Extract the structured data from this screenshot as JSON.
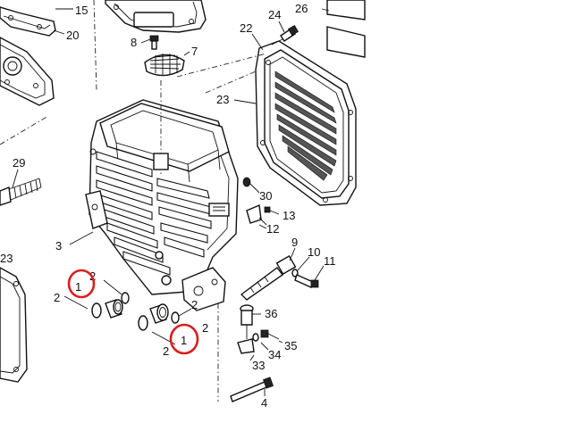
{
  "part_labels": {
    "p15": "15",
    "p20": "20",
    "p26": "26",
    "p24": "24",
    "p22": "22",
    "p8": "8",
    "p7": "7",
    "p23_right": "23",
    "p29": "29",
    "p3": "3",
    "p30": "30",
    "p13": "13",
    "p12": "12",
    "p9": "9",
    "p10": "10",
    "p11": "11",
    "p23_left": "23",
    "p2_a": "2",
    "p2_b": "2",
    "p2_c": "2",
    "p2_d": "2",
    "p1_left": "1",
    "p1_right": "1",
    "p36": "36",
    "p35": "35",
    "p34": "34",
    "p33": "33",
    "p4": "4"
  },
  "highlight_color": "#d81e1e",
  "line_color": "#111111"
}
